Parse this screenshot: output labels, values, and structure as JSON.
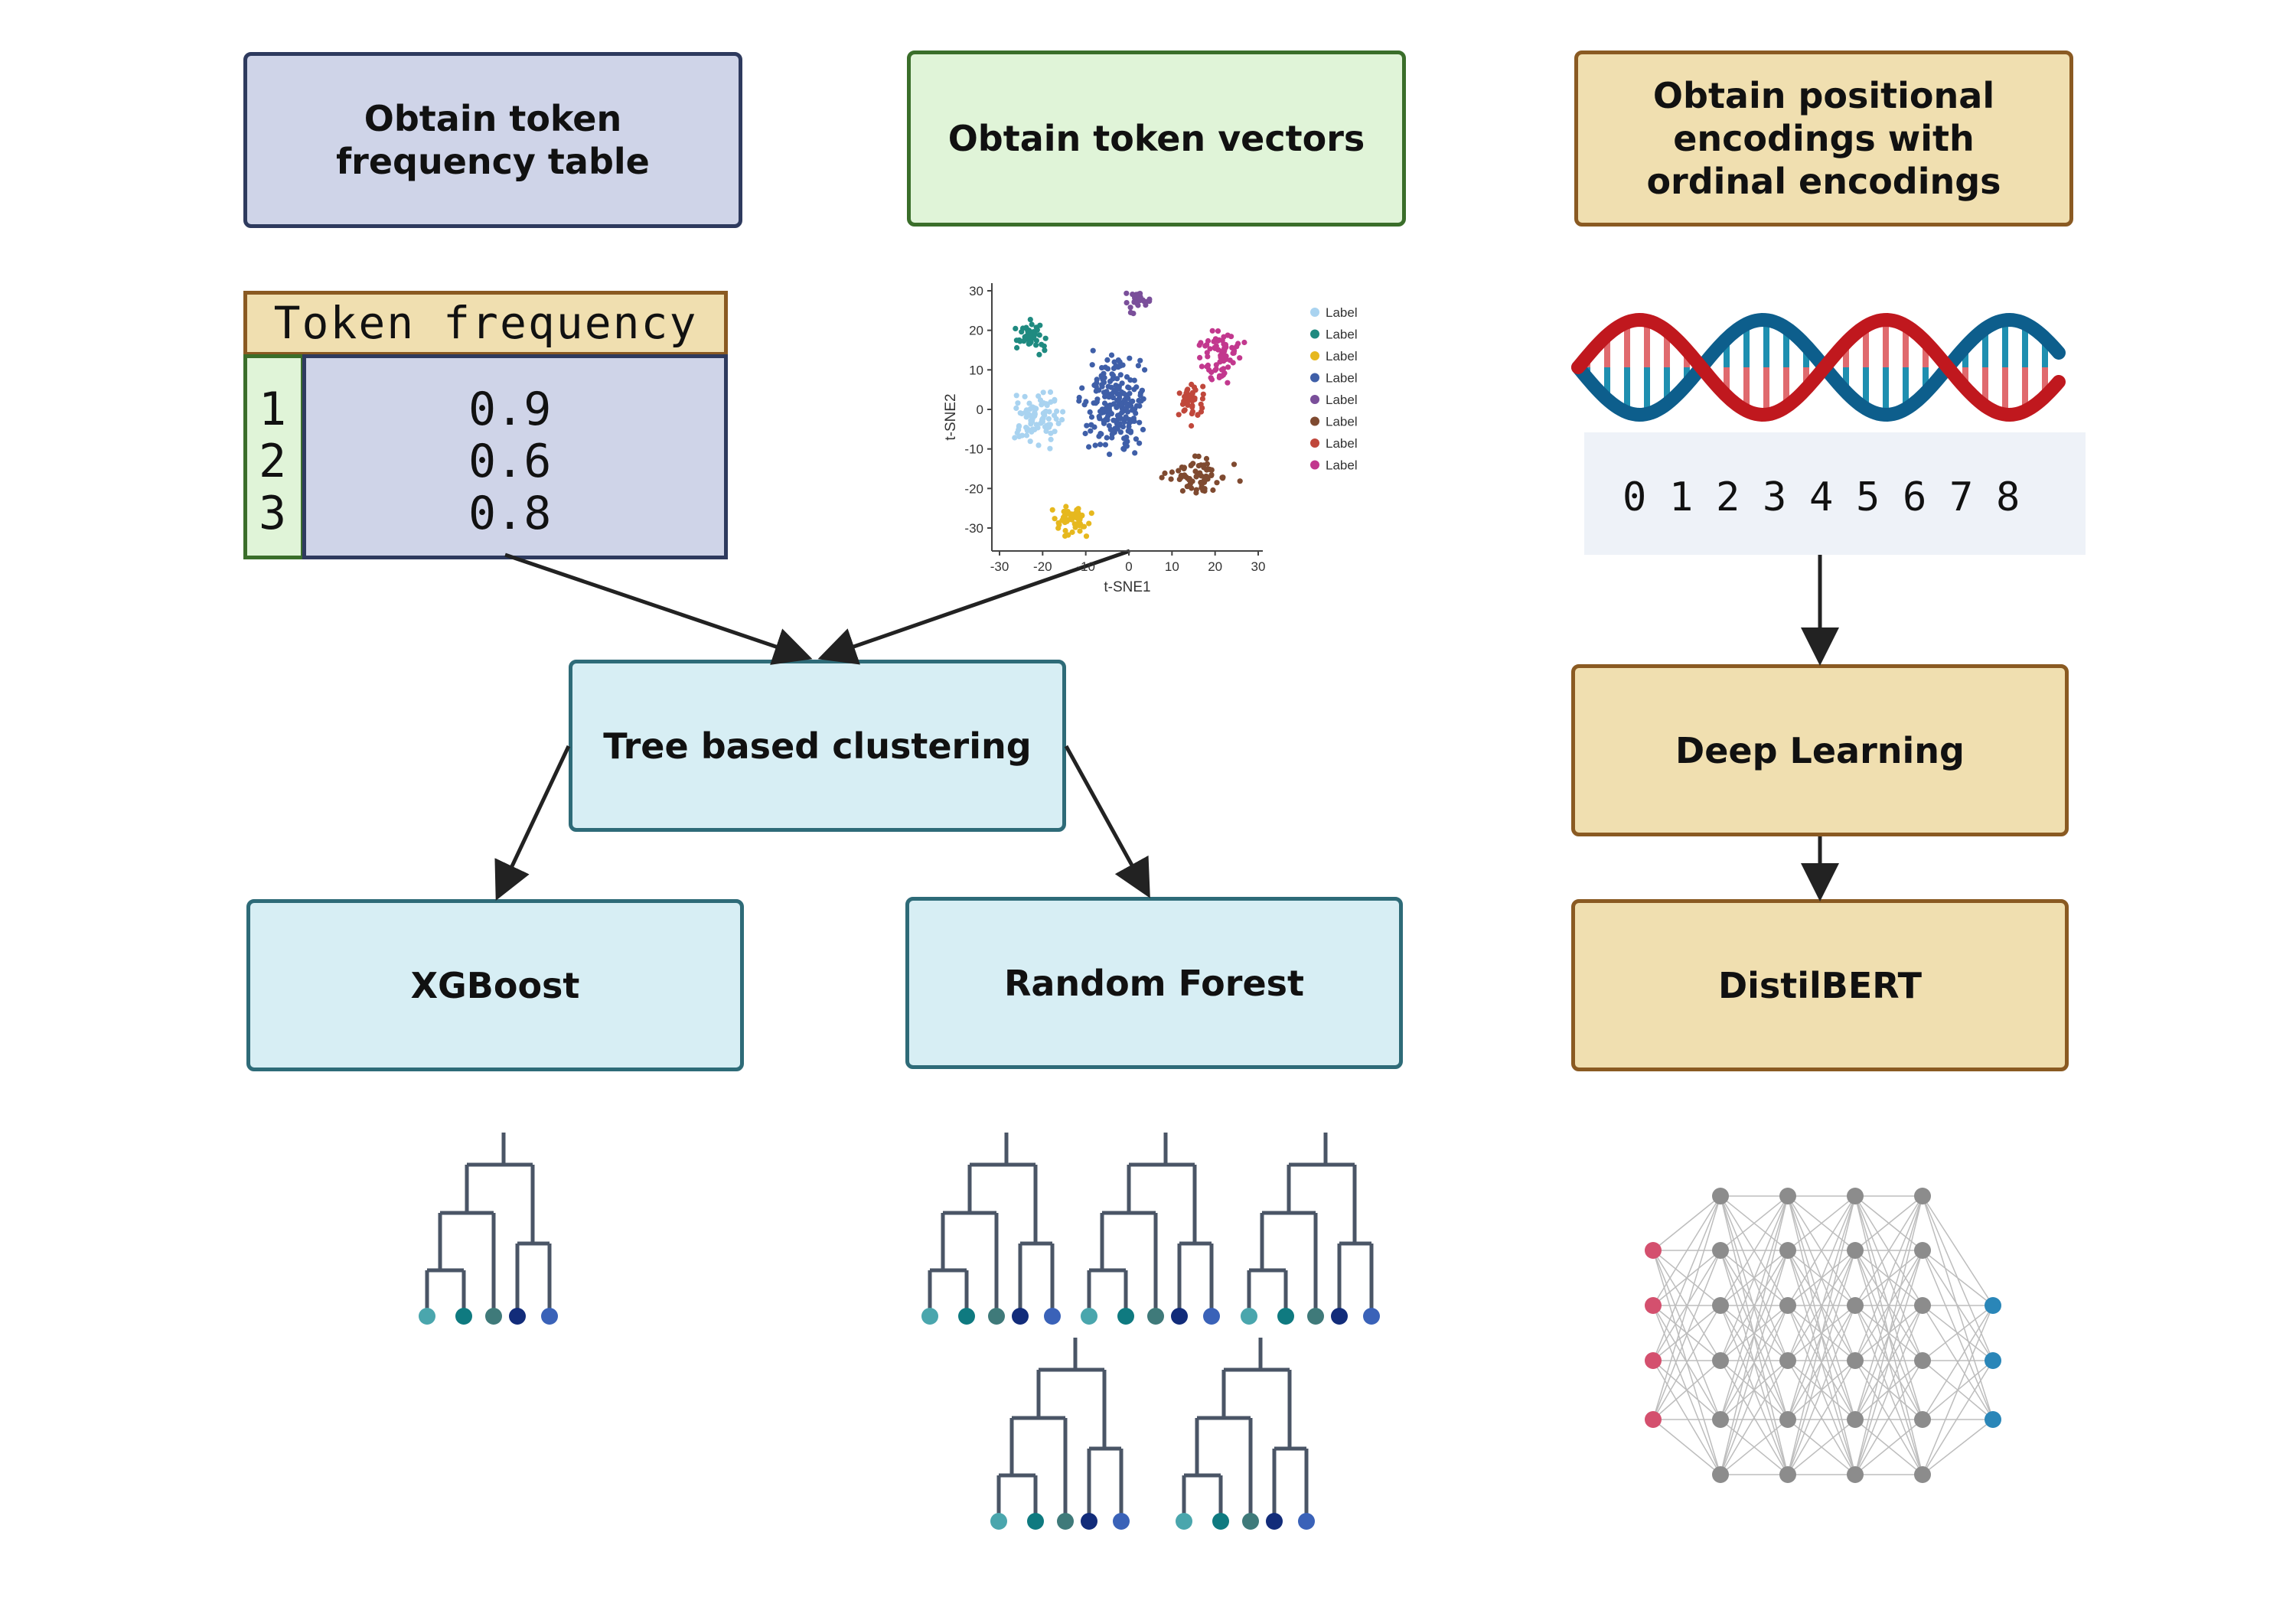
{
  "boxes": {
    "freq_table": "Obtain token frequency table",
    "token_vectors": "Obtain token vectors",
    "positional": "Obtain positional encodings with ordinal encodings",
    "tree_clustering": "Tree based clustering",
    "xgboost": "XGBoost",
    "random_forest": "Random Forest",
    "deep_learning": "Deep Learning",
    "distilbert": "DistilBERT"
  },
  "freq_table": {
    "header": "Token frequency",
    "rows": [
      {
        "idx": "1",
        "value": "0.9"
      },
      {
        "idx": "2",
        "value": "0.6"
      },
      {
        "idx": "3",
        "value": "0.8"
      }
    ]
  },
  "encodings": [
    "0",
    "1",
    "2",
    "3",
    "4",
    "5",
    "6",
    "7",
    "8"
  ],
  "tsne": {
    "xlabel": "t-SNE1",
    "ylabel": "t-SNE2",
    "xticks": [
      "-30",
      "-20",
      "-10",
      "0",
      "10",
      "20",
      "30"
    ],
    "yticks": [
      "30",
      "20",
      "10",
      "0",
      "-10",
      "-20",
      "-30"
    ],
    "legend": [
      {
        "label": "Label",
        "color": "#a9d3f0"
      },
      {
        "label": "Label",
        "color": "#1f8a80"
      },
      {
        "label": "Label",
        "color": "#e6b81e"
      },
      {
        "label": "Label",
        "color": "#3f5fa8"
      },
      {
        "label": "Label",
        "color": "#7a4f9a"
      },
      {
        "label": "Label",
        "color": "#7f4a30"
      },
      {
        "label": "Label",
        "color": "#c0473b"
      },
      {
        "label": "Label",
        "color": "#c2388e"
      }
    ]
  },
  "colors": {
    "arrow": "#222222",
    "tree_line": "#4a5566",
    "leaf_colors": [
      "#4aa6ad",
      "#0f7a80",
      "#3f7a7a",
      "#122c7a",
      "#3a62b8"
    ],
    "nn_input": "#d4506e",
    "nn_hidden": "#8c8c8c",
    "nn_output": "#2a86b8",
    "dna_red": "#c0181e",
    "dna_blue": "#0d5e8c"
  }
}
